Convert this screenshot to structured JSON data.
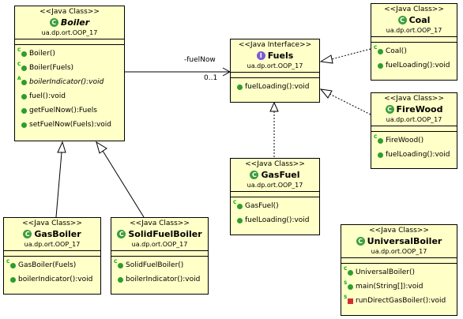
{
  "classes": {
    "boiler": {
      "stereotype": "<<Java Class>>",
      "name": "Boiler",
      "package": "ua.dp.ort.OOP_17",
      "methods": [
        "Boiler()",
        "Boiler(Fuels)",
        "boilerIndicator():void",
        "fuel():void",
        "getFuelNow():Fuels",
        "setFuelNow(Fuels):void"
      ]
    },
    "fuels": {
      "stereotype": "<<Java Interface>>",
      "name": "Fuels",
      "package": "ua.dp.ort.OOP_17",
      "methods": [
        "fuelLoading():void"
      ]
    },
    "coal": {
      "stereotype": "<<Java Class>>",
      "name": "Coal",
      "package": "ua.dp.ort.OOP_17",
      "methods": [
        "Coal()",
        "fuelLoading():void"
      ]
    },
    "firewood": {
      "stereotype": "<<Java Class>>",
      "name": "FireWood",
      "package": "ua.dp.ort.OOP_17",
      "methods": [
        "FireWood()",
        "fuelLoading():void"
      ]
    },
    "gasfuel": {
      "stereotype": "<<Java Class>>",
      "name": "GasFuel",
      "package": "ua.dp.ort.OOP_17",
      "methods": [
        "GasFuel()",
        "fuelLoading():void"
      ]
    },
    "gasboiler": {
      "stereotype": "<<Java Class>>",
      "name": "GasBoiler",
      "package": "ua.dp.ort.OOP_17",
      "methods": [
        "GasBoiler(Fuels)",
        "boilerIndicator():void"
      ]
    },
    "solidfuelboiler": {
      "stereotype": "<<Java Class>>",
      "name": "SolidFuelBoiler",
      "package": "ua.dp.ort.OOP_17",
      "methods": [
        "SolidFuelBoiler()",
        "boilerIndicator():void"
      ]
    },
    "universalboiler": {
      "stereotype": "<<Java Class>>",
      "name": "UniversalBoiler",
      "package": "ua.dp.ort.OOP_17",
      "methods": [
        "UniversalBoiler()",
        "main(String[]):void",
        "runDirectGasBoiler():void"
      ]
    }
  },
  "association": {
    "role": "-fuelNow",
    "multiplicity": "0..1"
  },
  "icons": {
    "class": "class-c-icon",
    "interface": "interface-i-icon"
  },
  "colors": {
    "box_fill": "#ffffc8",
    "class_icon": "#3c9e3c",
    "interface_icon": "#7b5bd6",
    "public_method": "#2e9d2e",
    "private_method": "#d03030"
  }
}
